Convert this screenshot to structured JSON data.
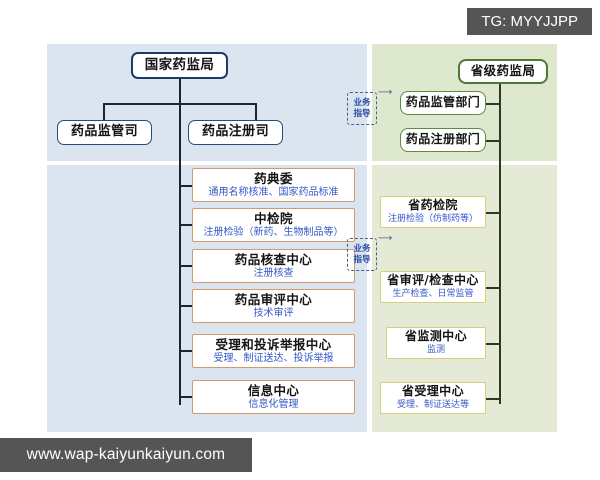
{
  "overlays": {
    "tg_tag": "TG: MYYJJPP",
    "watermark": "www.wap-kaiyunkaiyun.com"
  },
  "national": {
    "panel_label": "national-column",
    "head": {
      "title": "国家药监局"
    },
    "departments": [
      {
        "title": "药品监管司"
      },
      {
        "title": "药品注册司"
      }
    ],
    "centers": [
      {
        "title": "药典委",
        "sub": "通用名称核准、国家药品标准"
      },
      {
        "title": "中检院",
        "sub": "注册检验（新药、生物制品等）"
      },
      {
        "title": "药品核查中心",
        "sub": "注册核查"
      },
      {
        "title": "药品审评中心",
        "sub": "技术审评"
      },
      {
        "title": "受理和投诉举报中心",
        "sub": "受理、制证送达、投诉举报"
      },
      {
        "title": "信息中心",
        "sub": "信息化管理"
      }
    ]
  },
  "provincial": {
    "panel_label": "provincial-column",
    "head": {
      "title": "省级药监局"
    },
    "departments": [
      {
        "title": "药品监管部门"
      },
      {
        "title": "药品注册部门"
      }
    ],
    "centers": [
      {
        "title": "省药检院",
        "sub": "注册检验（仿制药等）"
      },
      {
        "title": "省审评/检查中心",
        "sub": "生产检查、日常监管"
      },
      {
        "title": "省监测中心",
        "sub": "监测"
      },
      {
        "title": "省受理中心",
        "sub": "受理、制证送达等"
      }
    ]
  },
  "guidance_badges": [
    {
      "line1": "业务",
      "line2": "指导"
    },
    {
      "line1": "业务",
      "line2": "指导"
    }
  ],
  "colors": {
    "panel_blue": "#dbe5ef",
    "panel_green_top": "#dde8cf",
    "panel_green_bottom": "#e4ead6",
    "node_blue_border": "#29497f",
    "node_tan_border": "#d09a6e",
    "node_green_border": "#5d8b41",
    "node_yellow_border": "#d7cf7a",
    "subtitle_text": "#3558c8",
    "overlay_background": "#555555"
  }
}
